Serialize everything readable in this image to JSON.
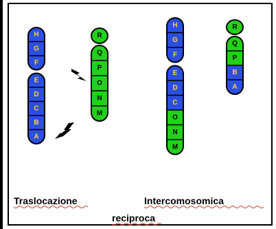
{
  "colors": {
    "blue": "#2b4fe0",
    "green": "#22d11a",
    "outline": "#000000",
    "text_on_blue": "#ffd23a",
    "text_on_green": "#000000",
    "caption_underline": "#d43a2a"
  },
  "chromosomes": [
    {
      "id": "chromosome-1",
      "segments": [
        {
          "bands": [
            {
              "label": "H",
              "color": "blue"
            },
            {
              "label": "G",
              "color": "blue"
            },
            {
              "label": "F",
              "color": "blue"
            }
          ]
        },
        {
          "bands": [
            {
              "label": "E",
              "color": "blue"
            },
            {
              "label": "D",
              "color": "blue"
            },
            {
              "label": "C",
              "color": "blue"
            },
            {
              "label": "B",
              "color": "blue"
            },
            {
              "label": "A",
              "color": "blue"
            }
          ]
        }
      ]
    },
    {
      "id": "chromosome-2",
      "segments": [
        {
          "bands": [
            {
              "label": "R",
              "color": "green"
            }
          ]
        },
        {
          "bands": [
            {
              "label": "Q",
              "color": "green"
            },
            {
              "label": "P",
              "color": "green"
            },
            {
              "label": "O",
              "color": "green"
            },
            {
              "label": "N",
              "color": "green"
            },
            {
              "label": "M",
              "color": "green"
            }
          ]
        }
      ]
    },
    {
      "id": "chromosome-3",
      "segments": [
        {
          "bands": [
            {
              "label": "H",
              "color": "blue"
            },
            {
              "label": "G",
              "color": "blue"
            },
            {
              "label": "F",
              "color": "blue"
            }
          ]
        },
        {
          "bands": [
            {
              "label": "E",
              "color": "blue"
            },
            {
              "label": "D",
              "color": "blue"
            },
            {
              "label": "C",
              "color": "blue"
            },
            {
              "label": "O",
              "color": "green"
            },
            {
              "label": "N",
              "color": "green"
            },
            {
              "label": "M",
              "color": "green"
            }
          ]
        }
      ]
    },
    {
      "id": "chromosome-4",
      "segments": [
        {
          "bands": [
            {
              "label": "R",
              "color": "green"
            }
          ]
        },
        {
          "bands": [
            {
              "label": "Q",
              "color": "green"
            },
            {
              "label": "P",
              "color": "green"
            },
            {
              "label": "B",
              "color": "blue"
            },
            {
              "label": "A",
              "color": "blue"
            }
          ]
        }
      ]
    }
  ],
  "caption": {
    "line1_left": "Traslocazione",
    "line1_right": "Intercomosomica",
    "line2": "reciproca"
  }
}
